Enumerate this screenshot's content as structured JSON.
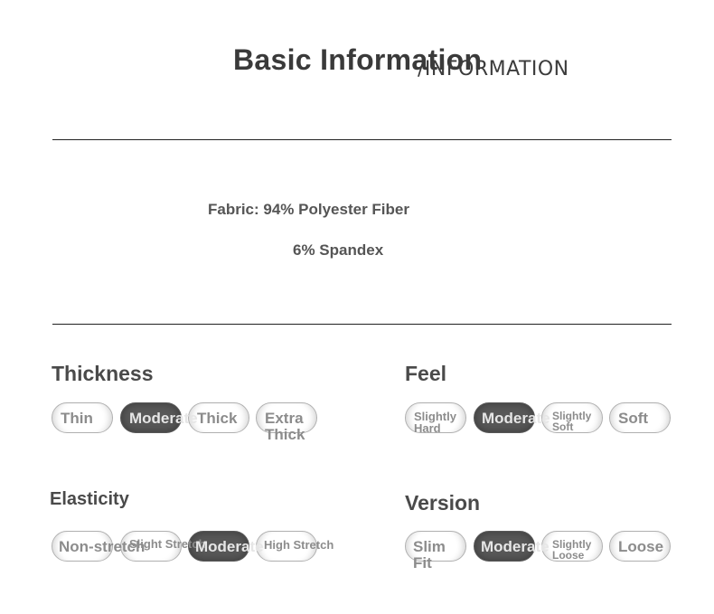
{
  "header": {
    "title": "Basic Information",
    "subtitle": "/INFORMATION"
  },
  "fabric": {
    "line1": "Fabric: 94% Polyester Fiber",
    "line2": "6% Spandex"
  },
  "sections": {
    "thickness": {
      "title": "Thickness",
      "options": [
        "Thin",
        "Moderate",
        "Thick",
        "Extra Thick"
      ],
      "selected": "Moderate"
    },
    "feel": {
      "title": "Feel",
      "options": [
        "Slightly Hard",
        "Moderate",
        "Slightly Soft",
        "Soft"
      ],
      "selected": "Moderate"
    },
    "elasticity": {
      "title": "Elasticity",
      "options": [
        "Non-stretch",
        "Slight Stretch",
        "Moderate",
        "High Stretch"
      ],
      "selected": "Moderate"
    },
    "version": {
      "title": "Version",
      "options": [
        "Slim Fit",
        "Moderate",
        "Slightly Loose",
        "Loose"
      ],
      "selected": "Moderate"
    }
  },
  "colors": {
    "selected_fill": "#585858",
    "pill_border": "#b0b0b0",
    "label_gray": "#8c8c8c",
    "rule": "#222222"
  }
}
